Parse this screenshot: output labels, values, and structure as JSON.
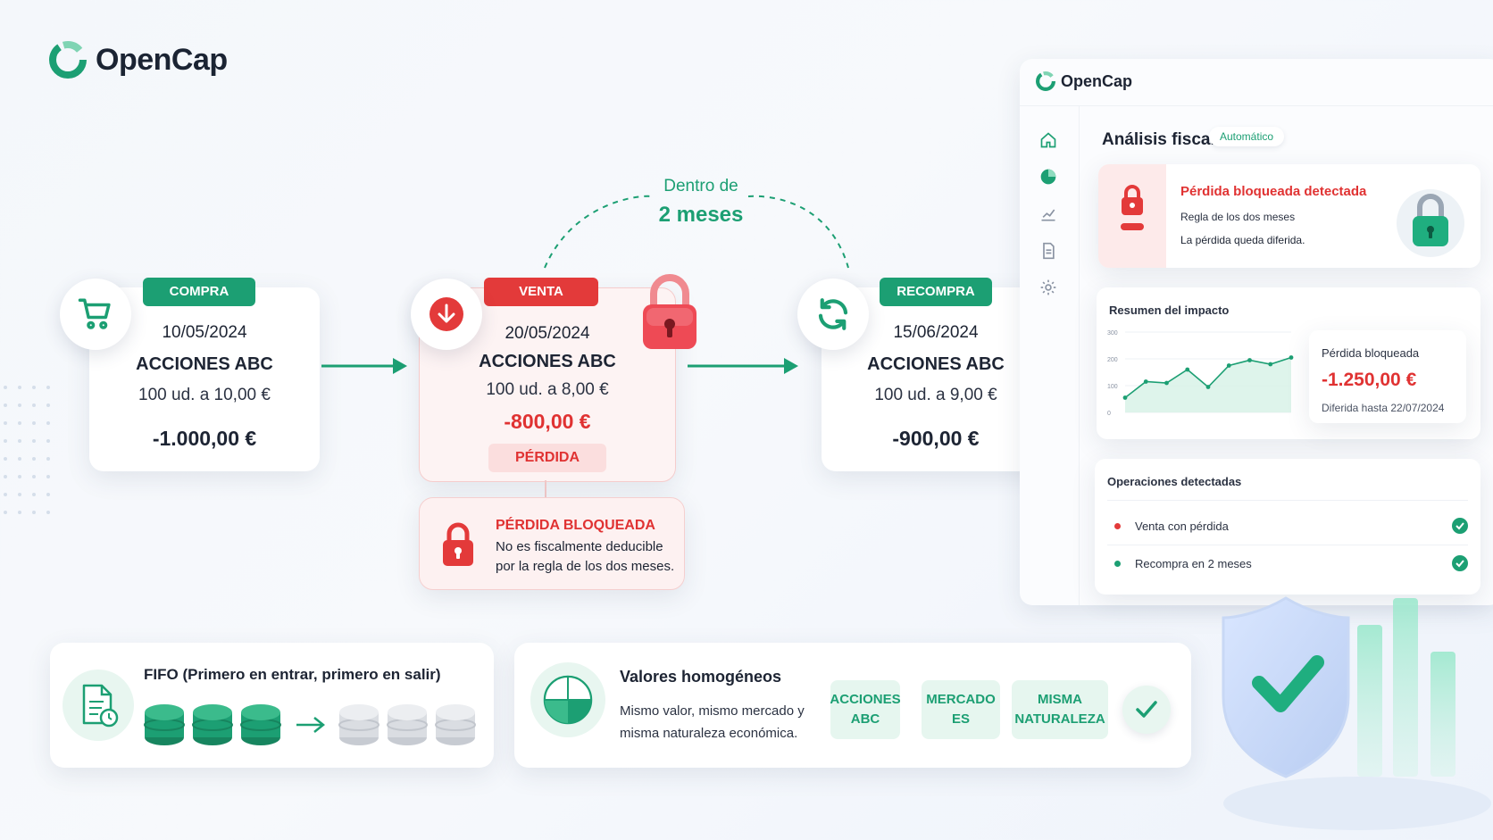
{
  "brand": {
    "name": "OpenCap"
  },
  "colors": {
    "accent": "#1c9f73",
    "danger": "#e33a3a",
    "text": "#1d2433"
  },
  "flow": {
    "window_label_top": "Dentro de",
    "window_label_bottom": "2 meses",
    "buy": {
      "tag": "COMPRA",
      "icon": "cart-icon",
      "date": "10/05/2024",
      "asset": "ACCIONES ABC",
      "qty": "100 ud. a 10,00 €",
      "total": "-1.000,00 €"
    },
    "sell": {
      "tag": "VENTA",
      "icon": "arrow-down-icon",
      "date": "20/05/2024",
      "asset": "ACCIONES ABC",
      "qty": "100 ud. a 8,00 €",
      "total": "-800,00 €",
      "badge": "PÉRDIDA"
    },
    "rebuy": {
      "tag": "RECOMPRA",
      "icon": "refresh-icon",
      "date": "15/06/2024",
      "asset": "ACCIONES ABC",
      "qty": "100 ud. a 9,00 €",
      "total": "-900,00 €"
    },
    "blocked": {
      "title": "PÉRDIDA BLOQUEADA",
      "line1": "No es fiscalmente deducible",
      "line2": "por la regla de los dos meses."
    }
  },
  "fifo": {
    "title": "FIFO (Primero en entrar, primero en salir)"
  },
  "homog": {
    "title": "Valores homogéneos",
    "line1": "Mismo valor, mismo mercado y",
    "line2": "misma naturaleza económica.",
    "pills": [
      {
        "l1": "ACCIONES",
        "l2": "ABC"
      },
      {
        "l1": "MERCADO",
        "l2": "ES"
      },
      {
        "l1": "MISMA",
        "l2": "NATURALEZA"
      }
    ]
  },
  "app": {
    "brand": "OpenCap",
    "title": "Análisis fiscal",
    "badge": "Automático",
    "sidebar": [
      "home-icon",
      "pie-chart-icon",
      "trend-chart-icon",
      "document-icon",
      "gear-icon"
    ],
    "alert": {
      "title": "Pérdida bloqueada detectada",
      "line1": "Regla de los dos meses",
      "line2": "La pérdida queda diferida."
    },
    "impact": {
      "title": "Resumen del impacto",
      "stat_label": "Pérdida bloqueada",
      "stat_value": "-1.250,00 €",
      "stat_sub": "Diferida hasta 22/07/2024"
    },
    "ops": {
      "title": "Operaciones detectadas",
      "items": [
        {
          "label": "Venta con pérdida",
          "dot": "#e33a3a"
        },
        {
          "label": "Recompra en 2 meses",
          "dot": "#1c9f73"
        }
      ]
    }
  },
  "chart_data": {
    "type": "area",
    "x": [
      1,
      2,
      3,
      4,
      5,
      6,
      7,
      8,
      9
    ],
    "values": [
      55,
      115,
      110,
      160,
      95,
      175,
      195,
      180,
      205
    ],
    "ylim": [
      0,
      300
    ],
    "yticks": [
      "300",
      "200",
      "100",
      "0"
    ],
    "grid": true
  }
}
